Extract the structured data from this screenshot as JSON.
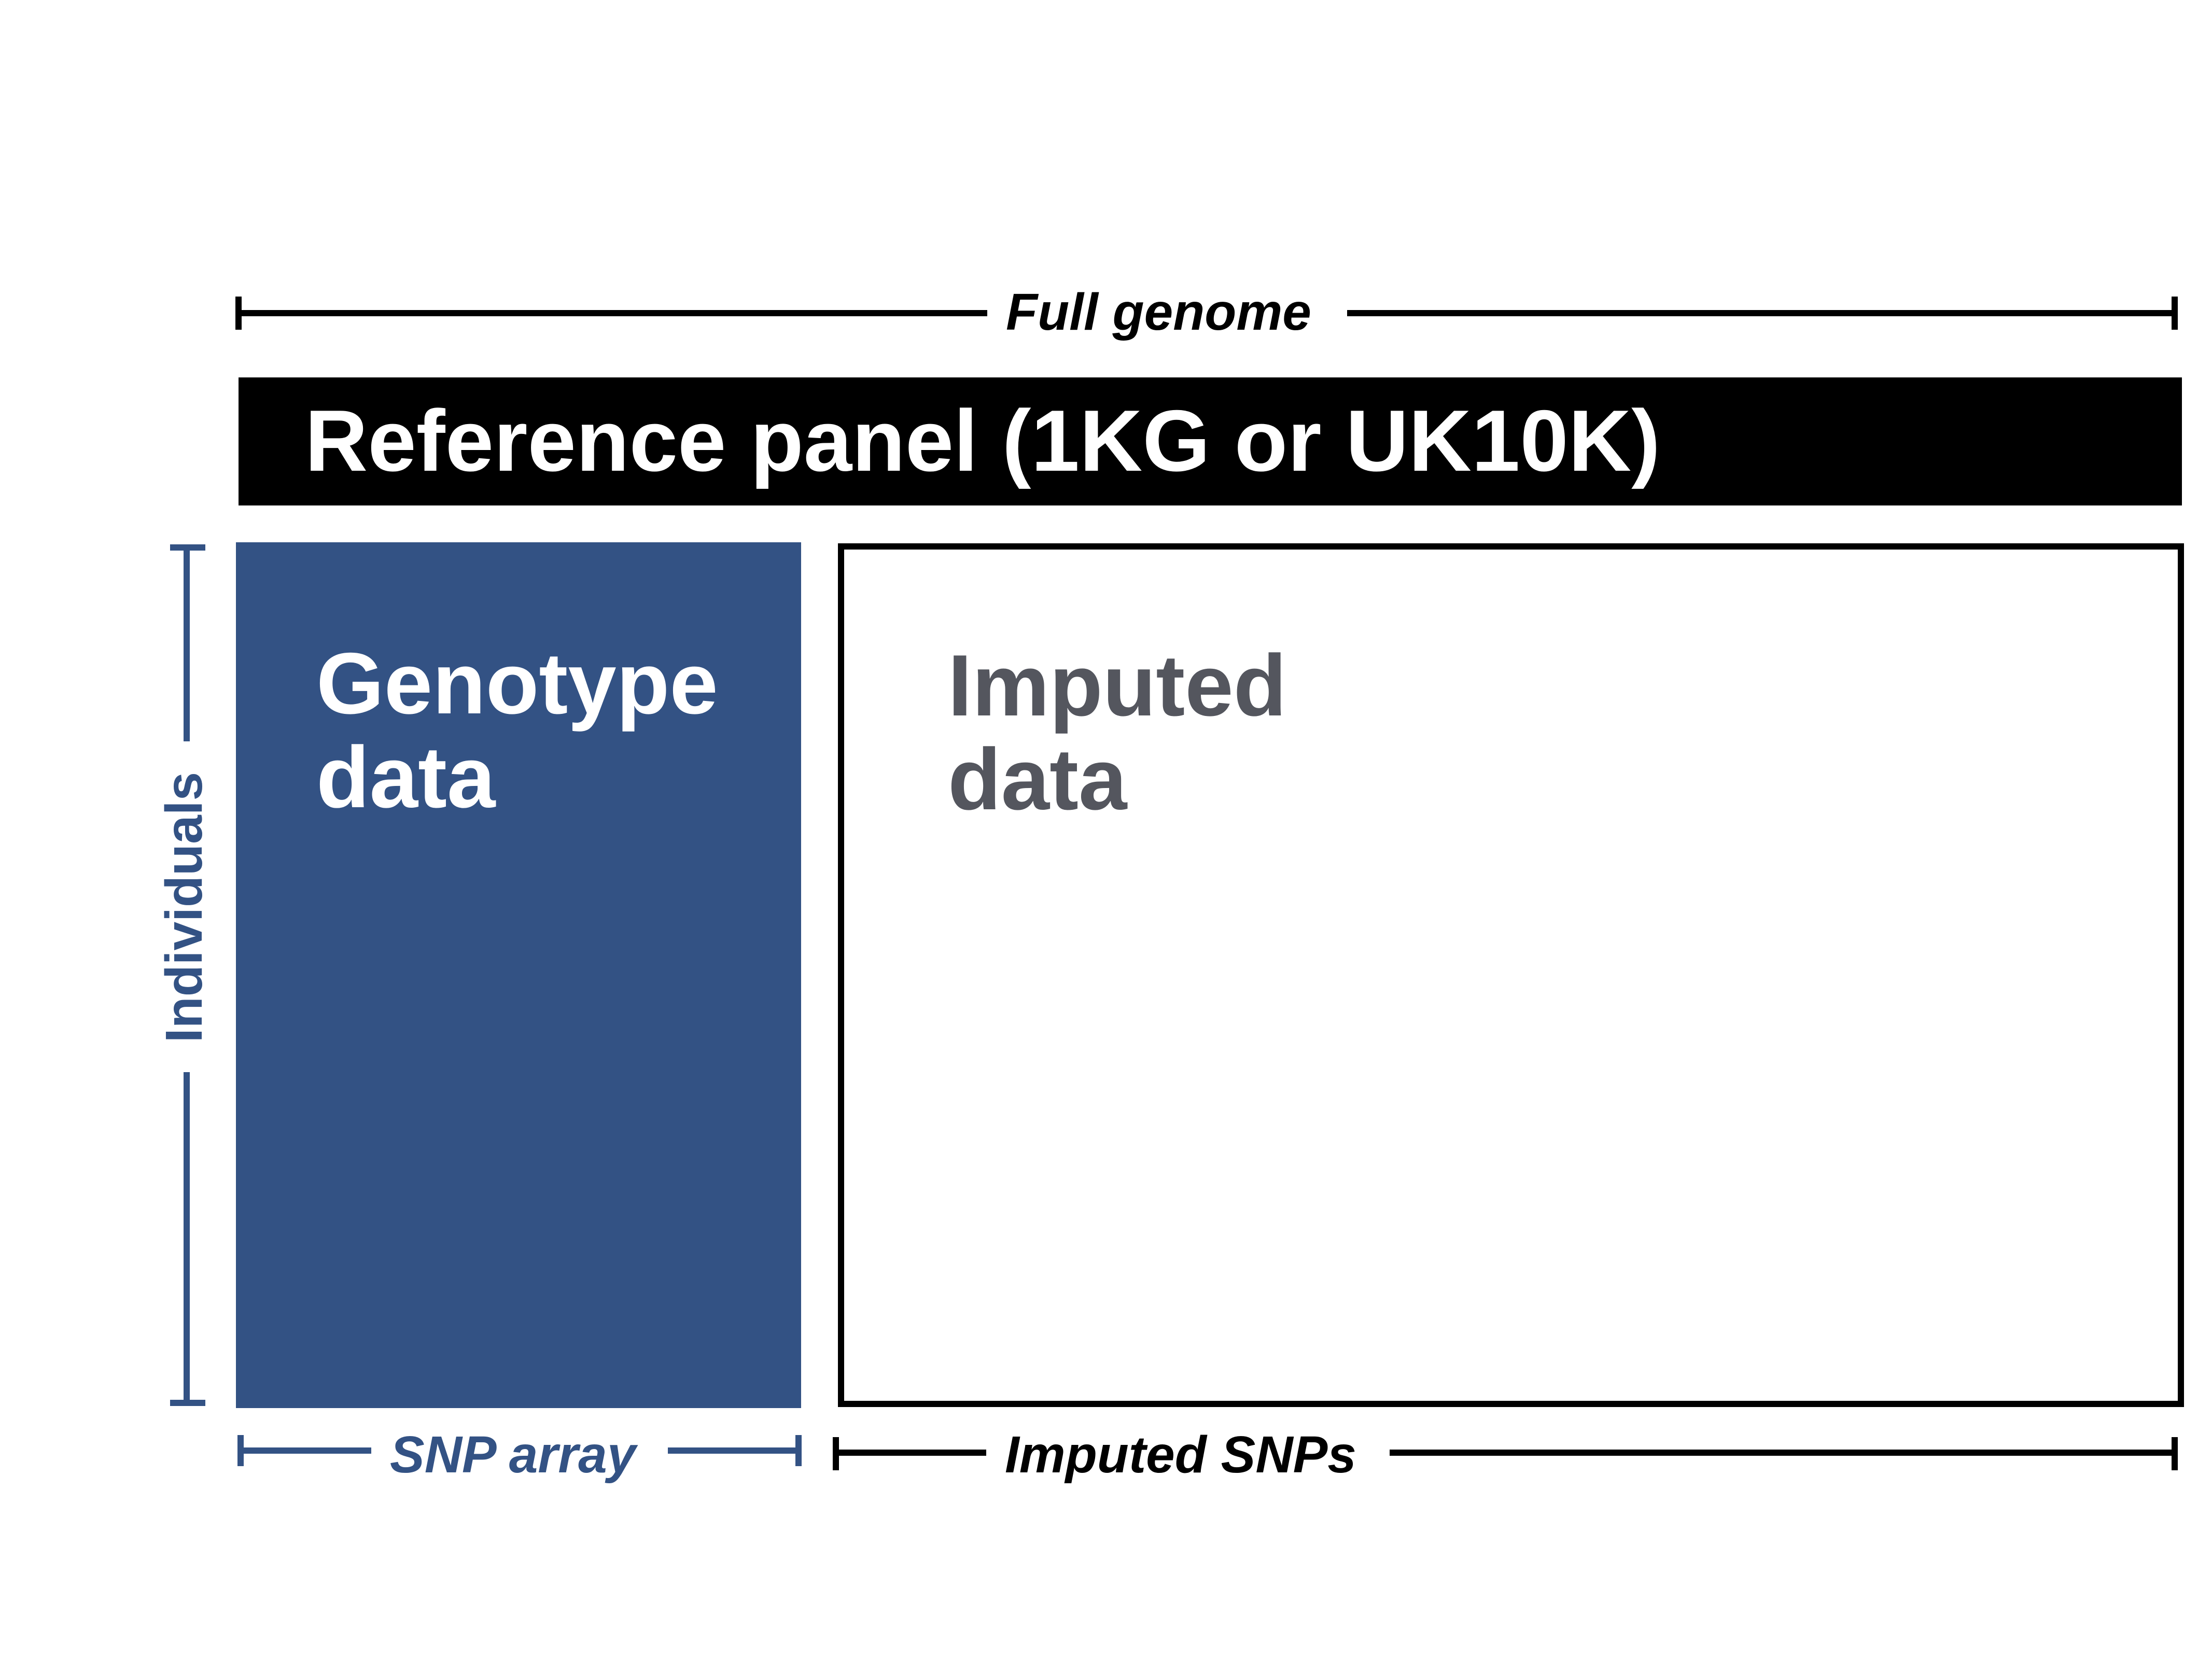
{
  "diagram": {
    "full_genome_label": "Full genome",
    "reference_panel_label": "Reference panel (1KG or UK10K)",
    "genotype_label": "Genotype\ndata",
    "imputed_label": "Imputed\ndata",
    "individuals_label": "Individuals",
    "snp_array_label": "SNP array",
    "imputed_snps_label": "Imputed SNPs"
  },
  "colors": {
    "genotype_blue": "#335284",
    "reference_black": "#000000",
    "imputed_text_gray": "#54565e"
  }
}
